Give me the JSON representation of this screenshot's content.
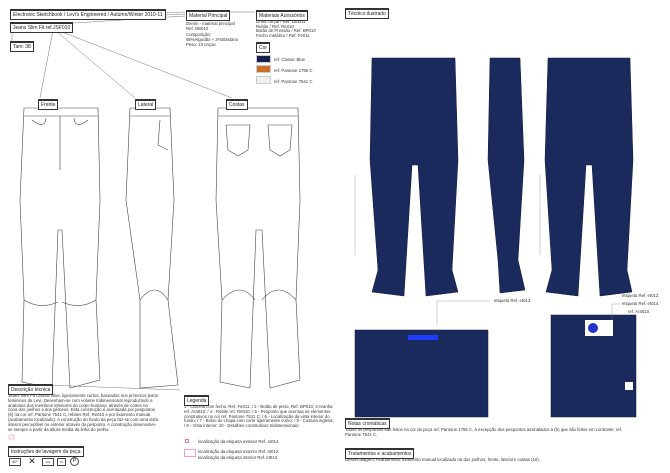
{
  "header": {
    "title": "Electronic Sketchbook / Levi's Engineered / Autumn/Winter 2010-11",
    "model": "Jeans Slim Fit ref.JSF010",
    "size": "Tam: 38"
  },
  "material": {
    "title": "Material Principal",
    "lines": [
      "Denim - material principal",
      "Ref. DB010",
      "Composição:",
      "98%Algodão + 2%Elastano",
      "Peso: 10 onças"
    ]
  },
  "accessories": {
    "title": "Materiais Acessórios",
    "lines": [
      "Linha Torçal / Ref. Lito011",
      "Rebite / Ref. Re010",
      "Botão de Pressão / Ref. BP010",
      "Fecho metálico / Ref. Fe011"
    ]
  },
  "color": {
    "title": "Cor",
    "swatches": [
      {
        "label": "ref. Classic Blue",
        "hex": "#14214f"
      },
      {
        "label": "ref. Pantone 1795 C",
        "hex": "#c8702a"
      },
      {
        "label": "ref. Pantone 7541 C",
        "hex": "#eef0f0"
      }
    ]
  },
  "views": {
    "front": "Frente",
    "side": "Lateral",
    "back": "Costas"
  },
  "description": {
    "title": "Descrição técnica",
    "text": "Jeans Slim Fit Classic Blue, ligeiramente curtos, baseados nos primeiros jeans femininos da Levi. Desenham-se com volume tridimensional reproduzindo a anatomia dos membros inferiores do corpo humano, através de cortes na zona dos joelhos e dos gémeos. Esta construção é acentuada por pespontos (6) na cor ref. Pantone 7541 C, rebites Ref. Re010 e por lixamento manual (acabamento localizado). A construção do fundo da peça faz-se com uma vista interior perceptível no exterior através do pesponto. A construção desenvolve-se sempre a partir da altura média da linha do joelho."
  },
  "washing": {
    "title": "Instruções de lavagem da peça",
    "icons": [
      "wash-40-icon",
      "no-bleach-icon",
      "iron-icon",
      "tumble-dry-icon",
      "dry-clean-p-icon"
    ],
    "wash_temp": "40°",
    "dry_clean": "P"
  },
  "legend": {
    "title": "Legenda",
    "text": "1 - Carcela com fecho, Ref. Fe011; / 2 - Botão de preto, Ref. BP010; 3 Aranha ref. Ara010; / 4 - Rebite ref. Re010; / 5 - Pesponto que acentua os elementos construtivos na cor ref. Pantone 7541 C; / 6 - Localização da vista interior do fundo; / 7 - Bolso de chapa com corte ligeiramente curvo; / 8 - Costura inglesa; / 9 - Vista interior; 10 - Detalhes construtivos tridimensionais;",
    "labels": [
      "localização da etiqueta exterior Ref. et014.",
      "localização da etiqueta exterior Ref. et012.",
      "localização da etiqueta interior Ref. et013."
    ]
  },
  "illustrated": {
    "title": "Técnico ilustrado",
    "tags": [
      "etiqueta Ref. et013.",
      "etiqueta Ref. et012.",
      "etiqueta Ref. et014.",
      "ref. Ara010."
    ]
  },
  "notes": {
    "title": "Notas cromáticas",
    "text": "Todos os pespontos são feitos na cor da peça ref. Pantone 1795 C, à excepção dos pespontos assinalados a (5) que são feitos em contraste, ref. Pantone 7541 C."
  },
  "finishing": {
    "title": "Tratamentos e acabamentos",
    "text": "Desencolagem; Acabamento: lixamento manual localizado na dos joelhos, frente, lateral e costas (10)."
  }
}
